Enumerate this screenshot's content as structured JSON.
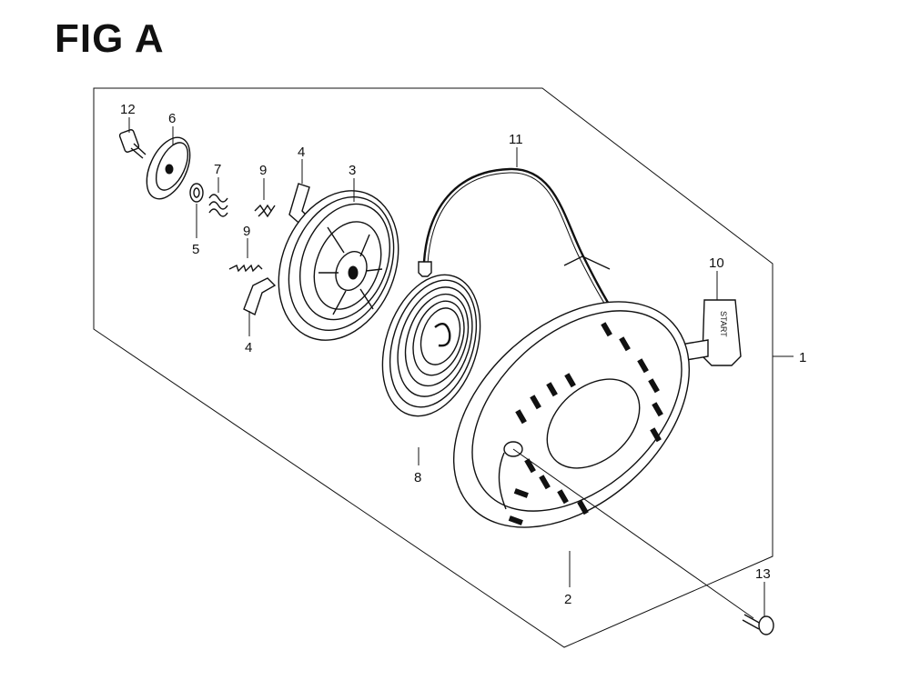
{
  "figure": {
    "title": "FIG A"
  },
  "callouts": [
    {
      "id": "c1",
      "label": "1"
    },
    {
      "id": "c2",
      "label": "2"
    },
    {
      "id": "c3",
      "label": "3"
    },
    {
      "id": "c4a",
      "label": "4"
    },
    {
      "id": "c4b",
      "label": "4"
    },
    {
      "id": "c5",
      "label": "5"
    },
    {
      "id": "c6",
      "label": "6"
    },
    {
      "id": "c7",
      "label": "7"
    },
    {
      "id": "c8",
      "label": "8"
    },
    {
      "id": "c9a",
      "label": "9"
    },
    {
      "id": "c9b",
      "label": "9"
    },
    {
      "id": "c10",
      "label": "10"
    },
    {
      "id": "c11",
      "label": "11"
    },
    {
      "id": "c12",
      "label": "12"
    },
    {
      "id": "c13",
      "label": "13"
    }
  ],
  "handle": {
    "text": "START"
  }
}
